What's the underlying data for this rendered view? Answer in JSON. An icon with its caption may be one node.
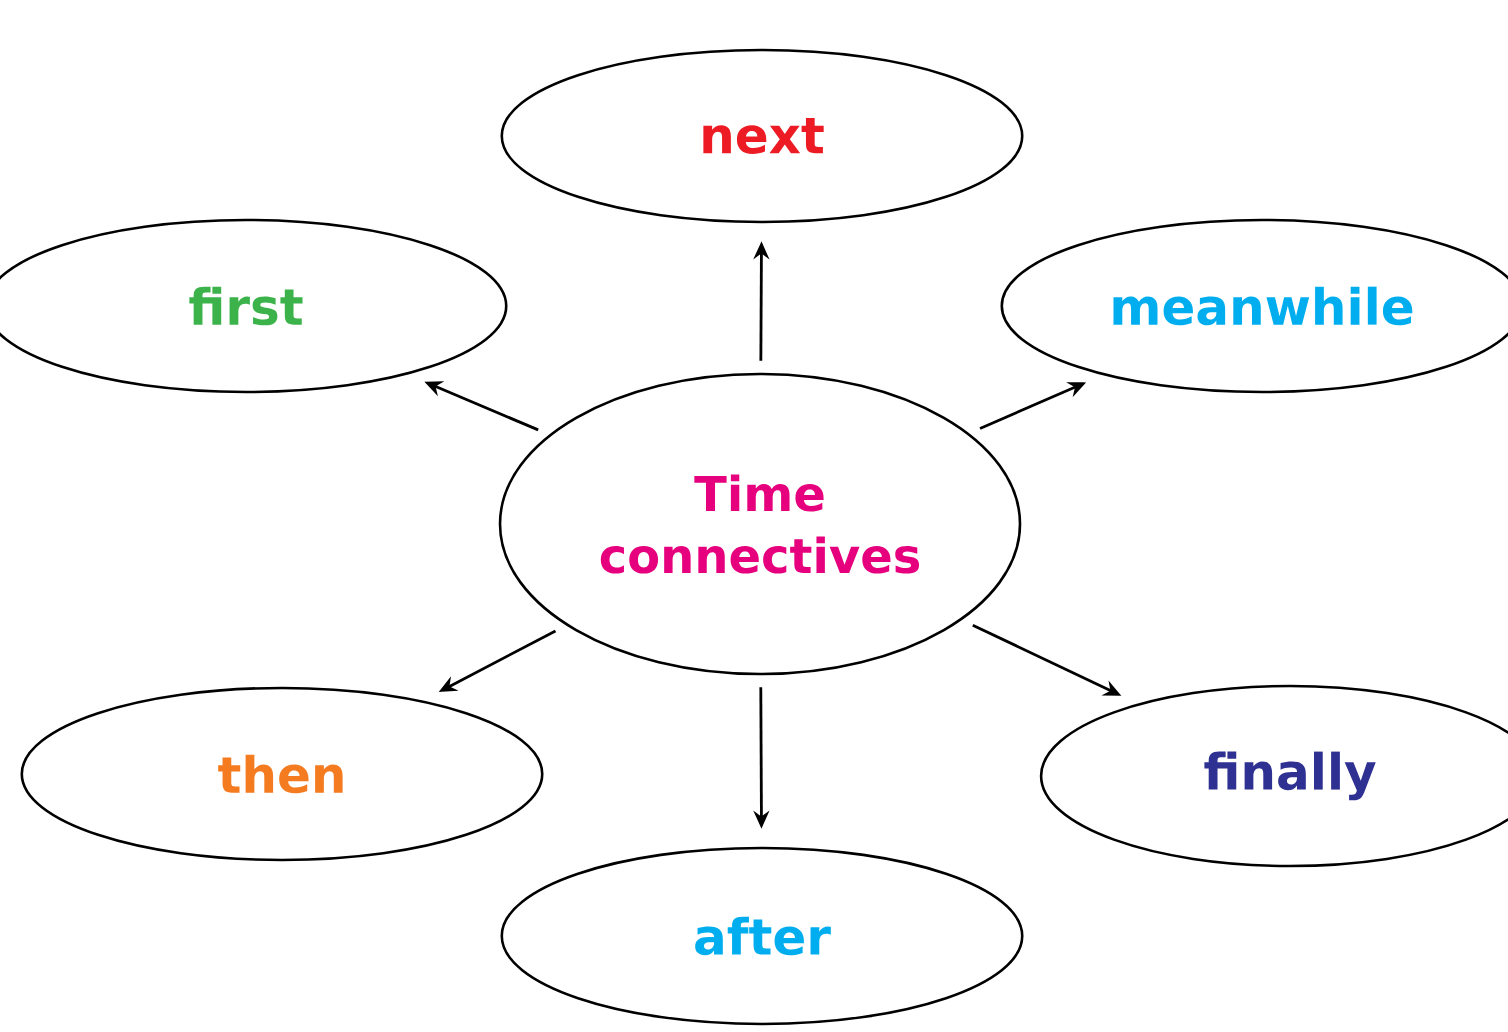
{
  "diagram": {
    "nodes": [
      {
        "text": [
          "Time connectives"
        ]
      },
      {
        "text": [
          "first"
        ]
      },
      {
        "text": [
          "next"
        ]
      },
      {
        "text": [
          "meanwhile"
        ]
      },
      {
        "text": [
          "then"
        ]
      },
      {
        "text": [
          "after"
        ]
      },
      {
        "text": [
          "finally"
        ]
      }
    ],
    "edges": [
      {
        "from": 0,
        "to": 1,
        "arrow": "to"
      },
      {
        "from": 0,
        "to": 2,
        "arrow": "to"
      },
      {
        "from": 0,
        "to": 3,
        "arrow": "to"
      },
      {
        "from": 0,
        "to": 4,
        "arrow": "to"
      },
      {
        "from": 0,
        "to": 5,
        "arrow": "to"
      },
      {
        "from": 0,
        "to": 6,
        "arrow": "to"
      }
    ]
  }
}
